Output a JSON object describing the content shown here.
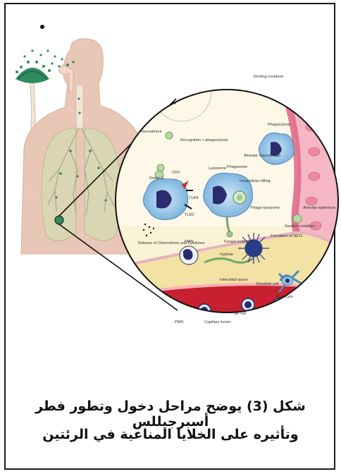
{
  "figure": {
    "labels": {
      "recruitment": "Recruitment",
      "recognition": "Recognition + phagocytosis",
      "resting_conidium": "Resting conidium",
      "phagocytosis": "Phagocytosis",
      "alveolar_macrophage": "Alveolar macrophage",
      "lysosome": "Lysosome",
      "phagosome": "Phagosome",
      "intracellular_killing": "Intracellular killing",
      "phagolysosome": "Phago-lysosome",
      "fungal_outgrowth": "Fungal outgrowth",
      "alveolar_epithelium": "Alveolar epithelium",
      "swollen_conidium": "Swollen conidium",
      "formation_nets": "Formation of NETs",
      "dectin": "Dectin-1",
      "cr3": "CR3",
      "tlr4": "TLR4",
      "tlr2": "TLR2",
      "release": "Release of Chemokines and Cytokines",
      "pmn": "PMN",
      "hyphae": "Hyphae",
      "interstitial_space": "Interstitial space",
      "dendritic_cell": "Dendritic cell",
      "monocyte": "Monocyte",
      "nk_cell": "NK cell",
      "capillary_lumen": "Capillary lumen",
      "pmn2": "PMN"
    }
  },
  "caption": {
    "line1": "شكل (3) يوضح مراحل دخول وتطور فطر أسبرجيللس",
    "line2": "وتأثيره على الخلايا المناعية في الرئتين"
  },
  "colors": {
    "skin": "#e9c7b6",
    "lung": "#d9d7b3",
    "yellow_bg": "#fbf3d5",
    "capillary": "#c8202f",
    "epithelium": "#e98aa0",
    "macrophage": "#8fc3e6",
    "nucleus": "#2b2c6e",
    "conidium": "#9dc79a",
    "mold": "#2f8a5e"
  }
}
